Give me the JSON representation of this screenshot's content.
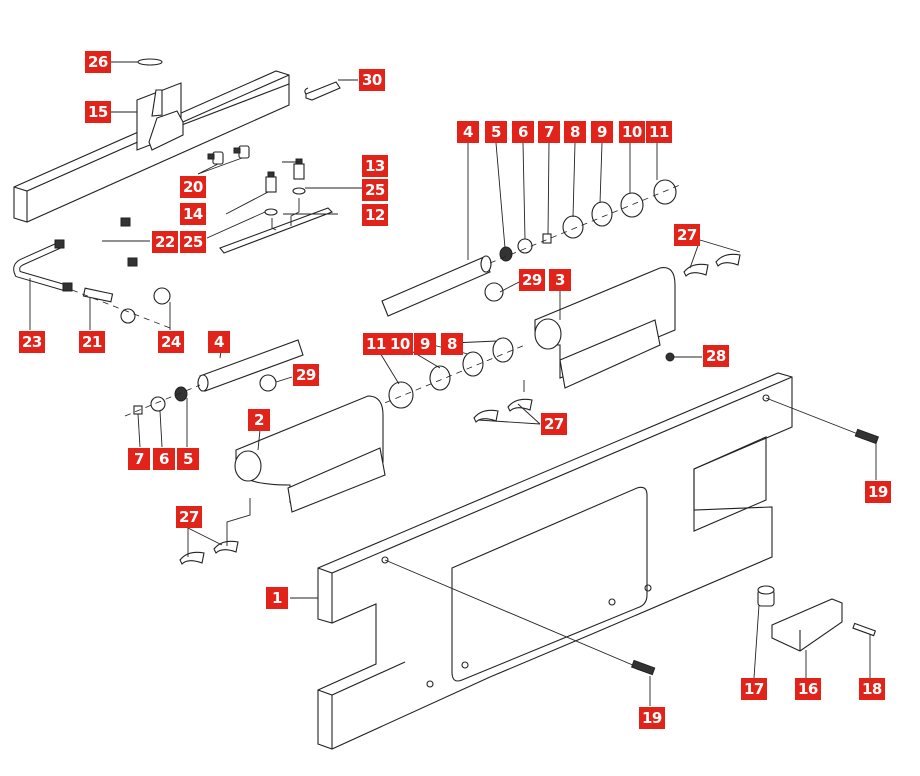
{
  "diagram": {
    "title": "Exploded parts view",
    "accent_color": "#e2231a",
    "callouts": [
      {
        "id": "c26",
        "label": "26",
        "part": "o-ring"
      },
      {
        "id": "c15",
        "label": "15",
        "part": "rail-with-bracket"
      },
      {
        "id": "c30",
        "label": "30",
        "part": "clip"
      },
      {
        "id": "c4a",
        "label": "4",
        "part": "shaft-upper"
      },
      {
        "id": "c5a",
        "label": "5",
        "part": "spring-upper"
      },
      {
        "id": "c6a",
        "label": "6",
        "part": "ball-upper"
      },
      {
        "id": "c7a",
        "label": "7",
        "part": "plug-upper"
      },
      {
        "id": "c8a",
        "label": "8",
        "part": "piston-upper"
      },
      {
        "id": "c9a",
        "label": "9",
        "part": "circlip-upper"
      },
      {
        "id": "c10a",
        "label": "10",
        "part": "seal-upper"
      },
      {
        "id": "c11a",
        "label": "11",
        "part": "bushing-upper"
      },
      {
        "id": "c13",
        "label": "13",
        "part": "fitting-13"
      },
      {
        "id": "c20",
        "label": "20",
        "part": "elbow-fittings"
      },
      {
        "id": "c25a",
        "label": "25",
        "part": "washer-right"
      },
      {
        "id": "c14",
        "label": "14",
        "part": "fitting-14"
      },
      {
        "id": "c12",
        "label": "12",
        "part": "cover-plate"
      },
      {
        "id": "c25b",
        "label": "25",
        "part": "washer-left"
      },
      {
        "id": "c22",
        "label": "22",
        "part": "hose-22"
      },
      {
        "id": "c27a",
        "label": "27",
        "part": "clamps-upper"
      },
      {
        "id": "c23",
        "label": "23",
        "part": "hose-23"
      },
      {
        "id": "c21",
        "label": "21",
        "part": "tube"
      },
      {
        "id": "c24",
        "label": "24",
        "part": "couplings"
      },
      {
        "id": "c29a",
        "label": "29",
        "part": "stop-upper"
      },
      {
        "id": "c3",
        "label": "3",
        "part": "cylinder-housing-right"
      },
      {
        "id": "c4b",
        "label": "4",
        "part": "shaft-lower"
      },
      {
        "id": "c29b",
        "label": "29",
        "part": "stop-lower"
      },
      {
        "id": "c11b",
        "label": "11",
        "part": "bushing-lower"
      },
      {
        "id": "c10b",
        "label": "10",
        "part": "seal-lower"
      },
      {
        "id": "c9b",
        "label": "9",
        "part": "circlip-lower"
      },
      {
        "id": "c8b",
        "label": "8",
        "part": "piston-lower"
      },
      {
        "id": "c28",
        "label": "28",
        "part": "screw"
      },
      {
        "id": "c2",
        "label": "2",
        "part": "cylinder-housing-left"
      },
      {
        "id": "c27b",
        "label": "27",
        "part": "clamps-middle"
      },
      {
        "id": "c7b",
        "label": "7",
        "part": "plug-lower"
      },
      {
        "id": "c6b",
        "label": "6",
        "part": "ball-lower"
      },
      {
        "id": "c5b",
        "label": "5",
        "part": "spring-lower"
      },
      {
        "id": "c19a",
        "label": "19",
        "part": "bolt-right"
      },
      {
        "id": "c27c",
        "label": "27",
        "part": "clamps-lower"
      },
      {
        "id": "c1",
        "label": "1",
        "part": "base-frame"
      },
      {
        "id": "c17",
        "label": "17",
        "part": "roller"
      },
      {
        "id": "c16",
        "label": "16",
        "part": "bracket-block"
      },
      {
        "id": "c18",
        "label": "18",
        "part": "pin"
      },
      {
        "id": "c19b",
        "label": "19",
        "part": "bolt-lower"
      }
    ]
  }
}
